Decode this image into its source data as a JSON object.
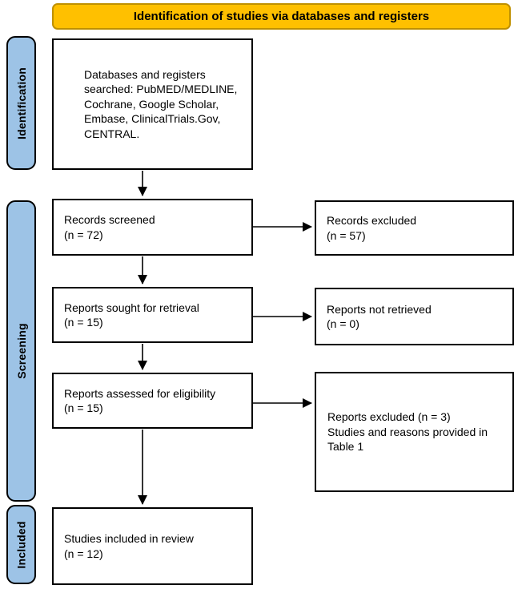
{
  "header": {
    "label": "Identification of studies via databases and registers"
  },
  "colors": {
    "header_fill": "#FFC000",
    "header_border": "#BF9000",
    "stage_fill": "#9DC3E6",
    "box_border": "#000000",
    "arrow": "#000000",
    "text": "#000000",
    "background": "#FFFFFF"
  },
  "stages": [
    {
      "label": "Identification"
    },
    {
      "label": "Screening"
    },
    {
      "label": "Included"
    }
  ],
  "boxes": {
    "databases": {
      "text": "Databases and registers searched: PubMED/MEDLINE, Cochrane, Google Scholar, Embase, ClinicalTrials.Gov, CENTRAL."
    },
    "records_screened": {
      "label": "Records screened",
      "count": "(n = 72)"
    },
    "records_excluded": {
      "label": "Records excluded",
      "count": "(n = 57)"
    },
    "reports_sought": {
      "label": "Reports sought for retrieval",
      "count": "(n = 15)"
    },
    "reports_not_retrieved": {
      "label": "Reports not retrieved",
      "count": "(n = 0)"
    },
    "reports_assessed": {
      "label": "Reports assessed for eligibility",
      "count": "(n = 15)"
    },
    "reports_excluded": {
      "line1": "Reports excluded (n = 3)",
      "line2": "Studies and reasons provided in Table 1"
    },
    "studies_included": {
      "label": "Studies included in review",
      "count": "(n = 12)"
    }
  }
}
